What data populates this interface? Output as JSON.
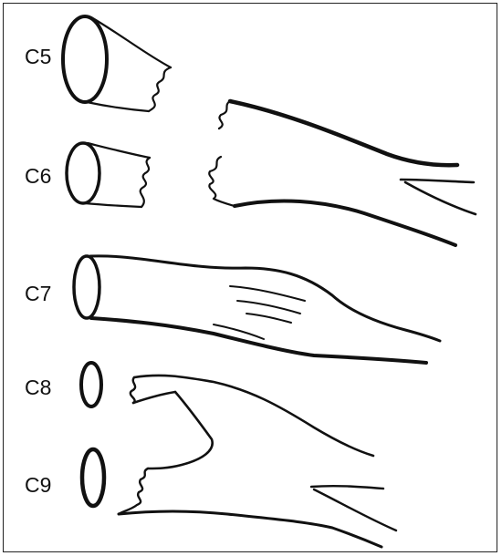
{
  "labels": {
    "c5": "C5",
    "c6": "C6",
    "c7": "C7",
    "c8": "C8",
    "c9": "C9"
  },
  "colors": {
    "ink": "#111111",
    "background": "#ffffff"
  }
}
